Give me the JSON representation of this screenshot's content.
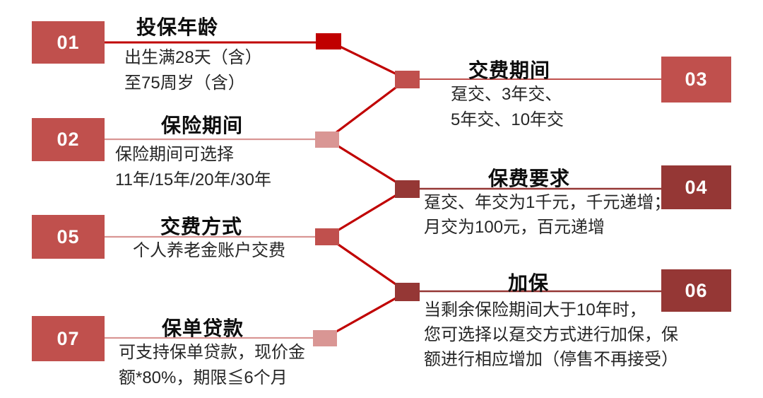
{
  "colors": {
    "bright_red": "#C00000",
    "medium_red": "#C0504D",
    "dark_red": "#953735",
    "light_pink": "#D99694",
    "title_text": "#0D0D0D",
    "desc_text": "#262626",
    "number_text": "#FFFFFF",
    "background": "#FFFFFF"
  },
  "items": [
    {
      "number": "01",
      "title": "投保年龄",
      "desc": "出生满28天（含）\n至75周岁（含）"
    },
    {
      "number": "02",
      "title": "保险期间",
      "desc": "保险期间可选择\n11年/15年/20年/30年"
    },
    {
      "number": "03",
      "title": "交费期间",
      "desc": "趸交、3年交、\n5年交、10年交"
    },
    {
      "number": "04",
      "title": "保费要求",
      "desc": "趸交、年交为1千元，千元递增；\n月交为100元，百元递增"
    },
    {
      "number": "05",
      "title": "交费方式",
      "desc": "个人养老金账户交费"
    },
    {
      "number": "06",
      "title": "加保",
      "desc": "当剩余保险期间大于10年时，\n您可选择以趸交方式进行加保，保\n额进行相应增加（停售不再接受）"
    },
    {
      "number": "07",
      "title": "保单贷款",
      "desc": "可支持保单贷款，现价金\n额*80%，期限≦6个月"
    }
  ]
}
